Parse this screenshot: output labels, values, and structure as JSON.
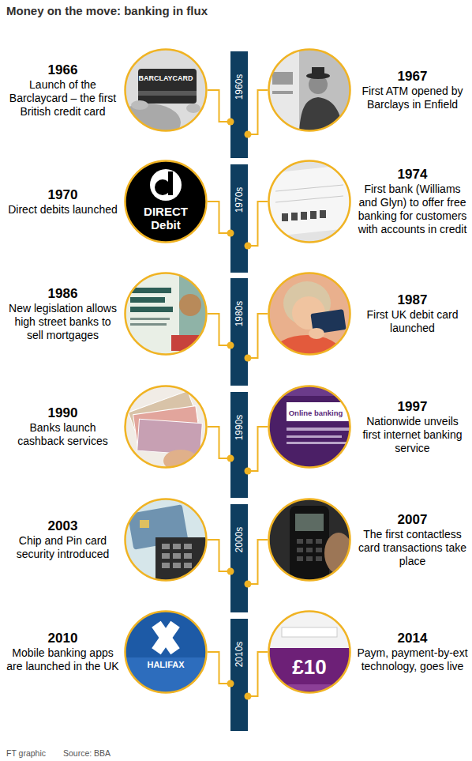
{
  "diagram": {
    "title": "Money on the move: banking in flux",
    "nodes": [
      {
        "text": [
          "1966",
          "Launch of the Barclaycard – the first British credit card"
        ]
      },
      {
        "text": [
          "1960s"
        ]
      },
      {
        "text": [
          "1967",
          "First ATM opened by Barclays in Enfield"
        ]
      },
      {
        "text": [
          "1970",
          "Direct debits launched"
        ]
      },
      {
        "text": [
          "1970s"
        ]
      },
      {
        "text": [
          "1974",
          "First bank (Williams and Glyn) to offer free banking for customers with accounts in credit"
        ]
      },
      {
        "text": [
          "1986",
          "New legislation allows high street banks to sell mortgages"
        ]
      },
      {
        "text": [
          "1980s"
        ]
      },
      {
        "text": [
          "1987",
          "First UK debit card launched"
        ]
      },
      {
        "text": [
          "1990",
          "Banks launch cashback services"
        ]
      },
      {
        "text": [
          "1990s"
        ]
      },
      {
        "text": [
          "1997",
          "Nationwide unveils first internet banking service"
        ]
      },
      {
        "text": [
          "2003",
          "Chip and Pin card security introduced"
        ]
      },
      {
        "text": [
          "2000s"
        ]
      },
      {
        "text": [
          "2007",
          "The first contactless card transactions take place"
        ]
      },
      {
        "text": [
          "2010",
          "Mobile banking apps are launched in the UK"
        ]
      },
      {
        "text": [
          "2010s"
        ]
      },
      {
        "text": [
          "2014",
          "Paym, payment-by-ext technology, goes live"
        ]
      }
    ],
    "edges": [
      {
        "from": 0,
        "to": 1,
        "arrow": "none"
      },
      {
        "from": 2,
        "to": 1,
        "arrow": "none"
      },
      {
        "from": 3,
        "to": 4,
        "arrow": "none"
      },
      {
        "from": 5,
        "to": 4,
        "arrow": "none"
      },
      {
        "from": 6,
        "to": 7,
        "arrow": "none"
      },
      {
        "from": 8,
        "to": 7,
        "arrow": "none"
      },
      {
        "from": 9,
        "to": 10,
        "arrow": "none"
      },
      {
        "from": 11,
        "to": 10,
        "arrow": "none"
      },
      {
        "from": 12,
        "to": 13,
        "arrow": "none"
      },
      {
        "from": 14,
        "to": 13,
        "arrow": "none"
      },
      {
        "from": 15,
        "to": 16,
        "arrow": "none"
      },
      {
        "from": 17,
        "to": 16,
        "arrow": "none"
      }
    ],
    "labels": [
      "BARCLAYCARD",
      "DIRECT",
      "Debit",
      "Online banking",
      "HALIFAX",
      "£10",
      "FT graphic",
      "Source: BBA"
    ]
  }
}
